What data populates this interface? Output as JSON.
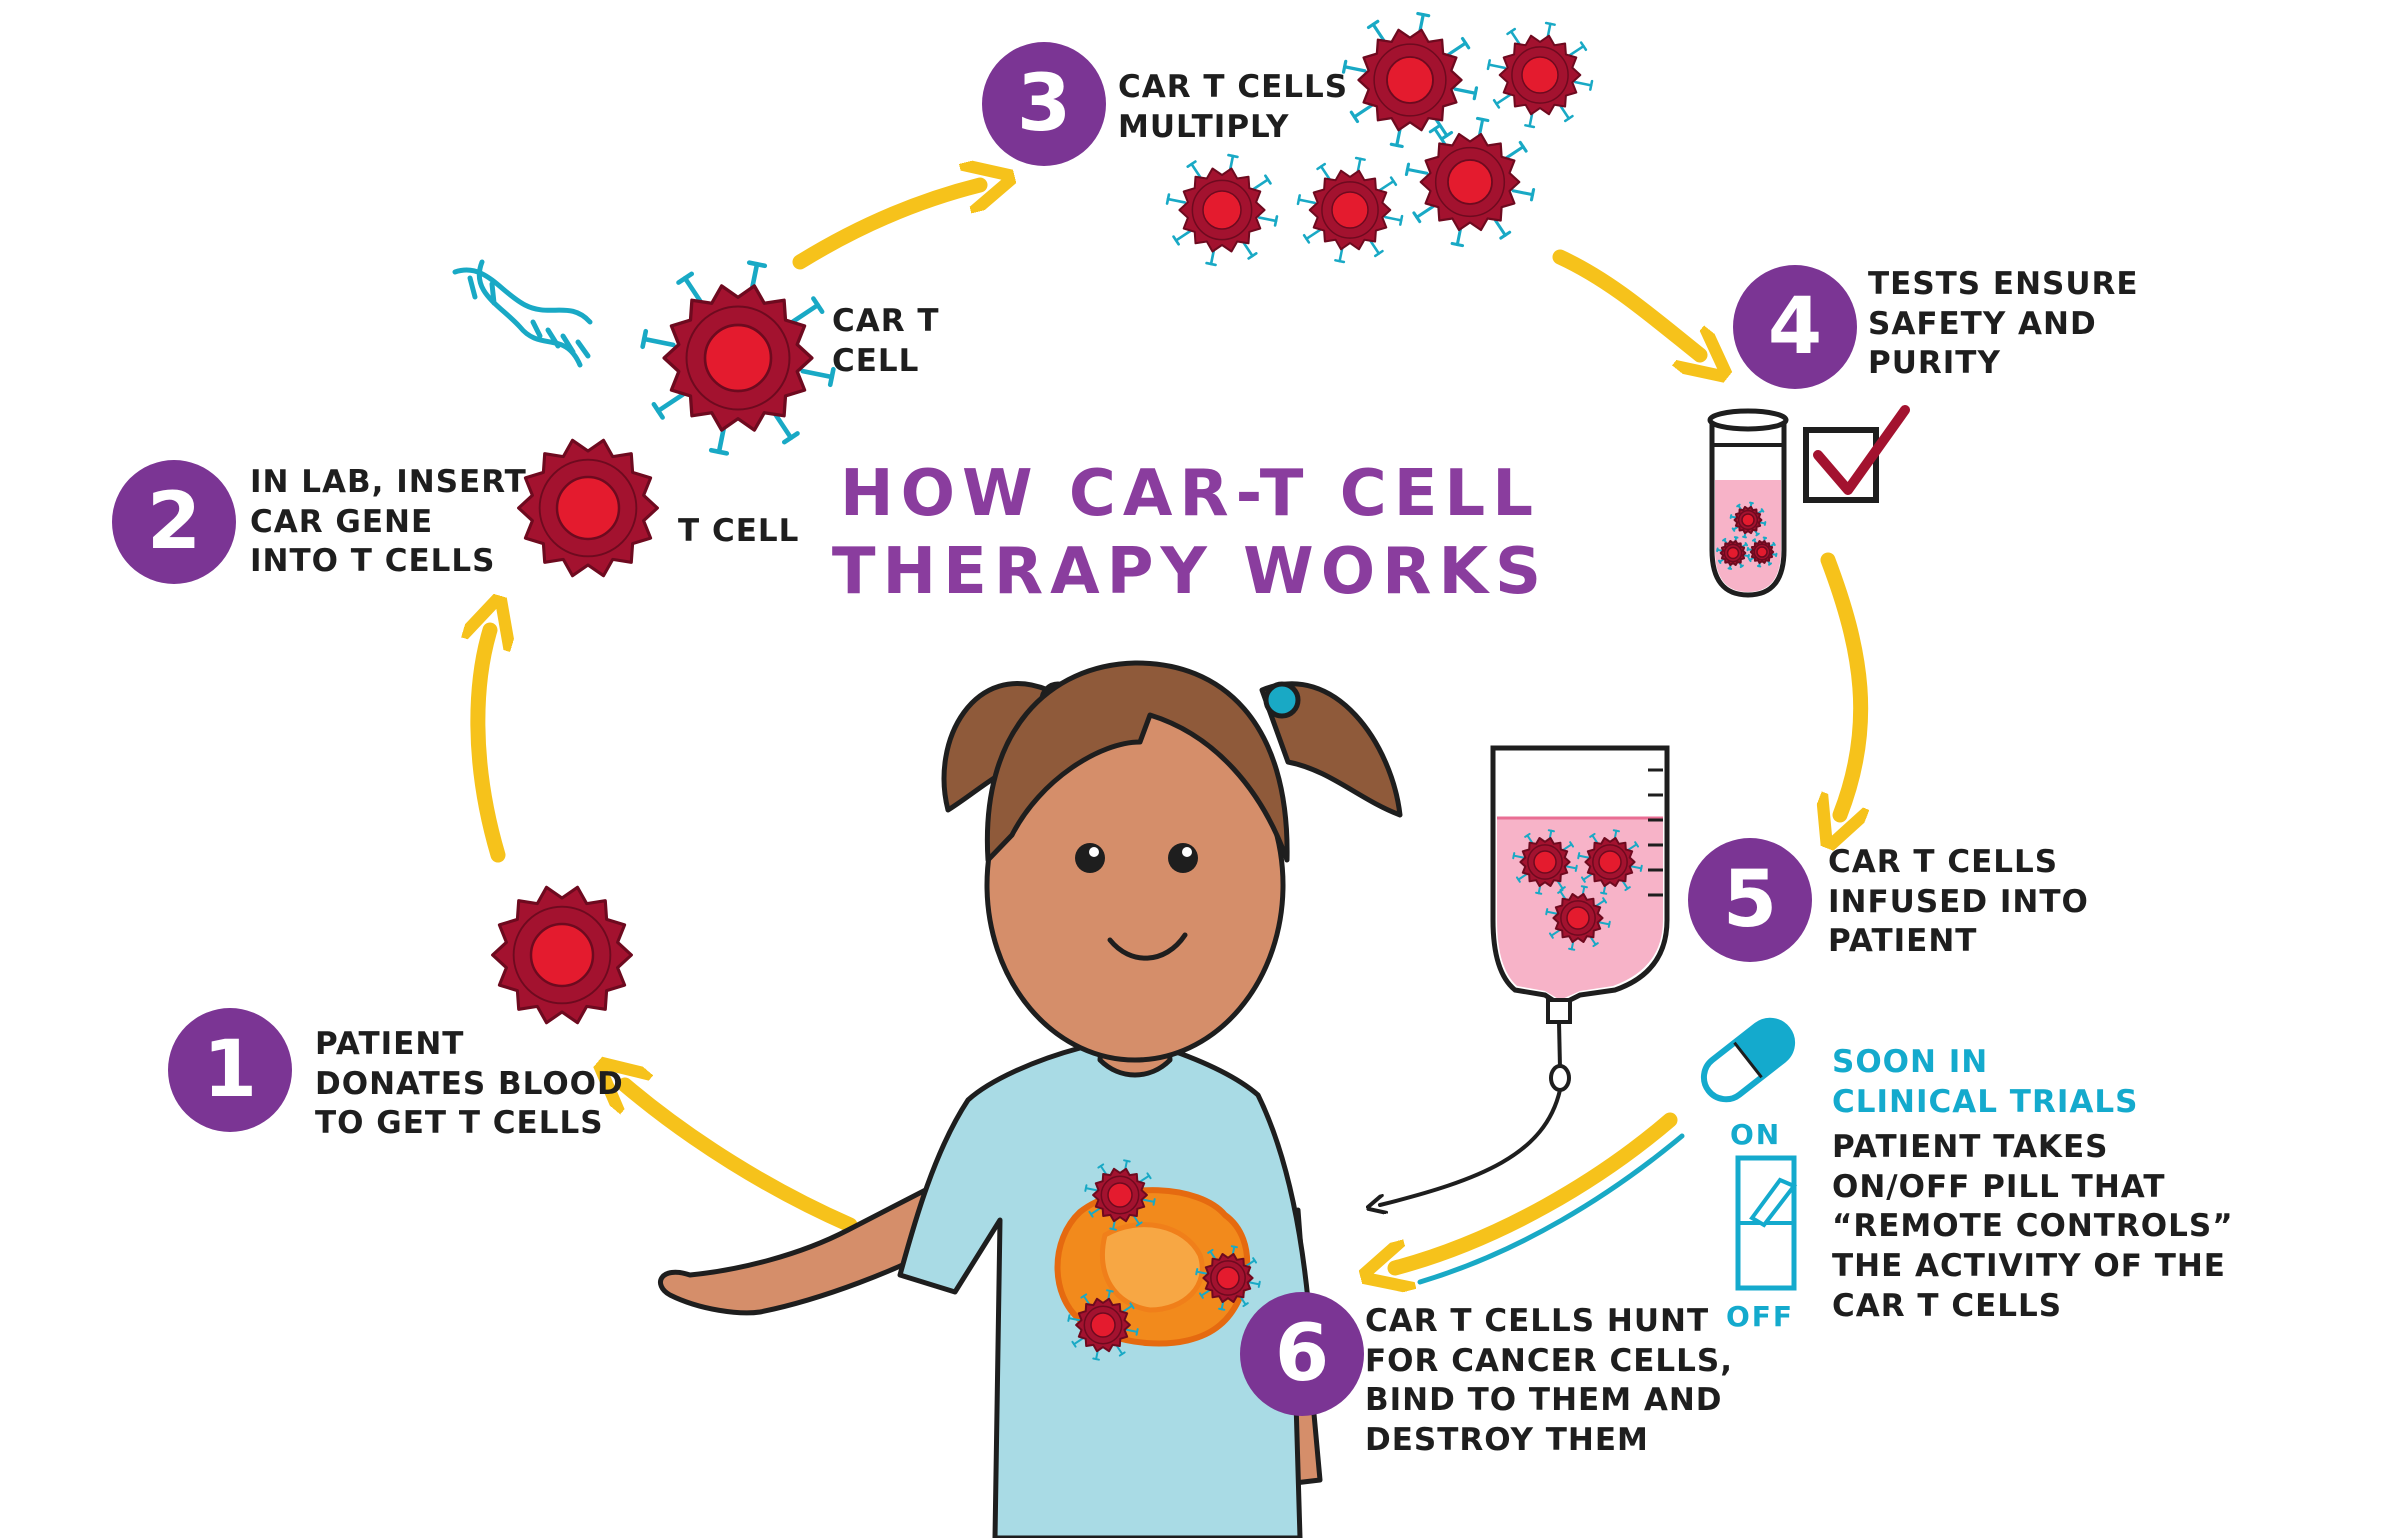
{
  "title": {
    "line1": "HOW CAR-T CELL",
    "line2": "THERAPY WORKS"
  },
  "steps": [
    {
      "number": "1",
      "lines": [
        "PATIENT",
        "DONATES BLOOD",
        "TO GET T CELLS"
      ]
    },
    {
      "number": "2",
      "lines": [
        "IN LAB, INSERT",
        "CAR GENE",
        "INTO T CELLS"
      ]
    },
    {
      "number": "3",
      "lines": [
        "CAR T CELLS",
        "MULTIPLY"
      ]
    },
    {
      "number": "4",
      "lines": [
        "TESTS ENSURE",
        "SAFETY AND",
        "PURITY"
      ]
    },
    {
      "number": "5",
      "lines": [
        "CAR T CELLS",
        "INFUSED INTO",
        "PATIENT"
      ]
    },
    {
      "number": "6",
      "lines": [
        "CAR T CELLS HUNT",
        "FOR CANCER CELLS,",
        "BIND TO THEM AND",
        "DESTROY THEM"
      ]
    }
  ],
  "cell_labels": {
    "car_t": [
      "CAR T",
      "CELL"
    ],
    "t_cell": "T CELL"
  },
  "clinical_trials": {
    "heading": [
      "SOON IN",
      "CLINICAL TRIALS"
    ],
    "body": [
      "PATIENT TAKES",
      "ON/OFF PILL THAT",
      "“REMOTE CONTROLS”",
      "THE ACTIVITY OF THE",
      "CAR T CELLS"
    ],
    "switch_on": "ON",
    "switch_off": "OFF"
  },
  "colors": {
    "badge": "#7b3594",
    "title": "#8a3d9e",
    "arrow": "#f6c21b",
    "cell_outer": "#a3122f",
    "cell_nucleus": "#e41b2e",
    "receptor": "#19a9c5",
    "accent_teal": "#14aacd",
    "shirt": "#a9dbe5",
    "skin": "#d58e6a",
    "hair": "#8f5a3a",
    "tumor": "#f28a1c",
    "infusion_fluid": "#f7b3c8"
  },
  "icons": [
    "dna-icon",
    "test-tube-icon",
    "checkbox-checked-icon",
    "iv-bag-icon",
    "pill-icon",
    "toggle-switch-icon"
  ]
}
